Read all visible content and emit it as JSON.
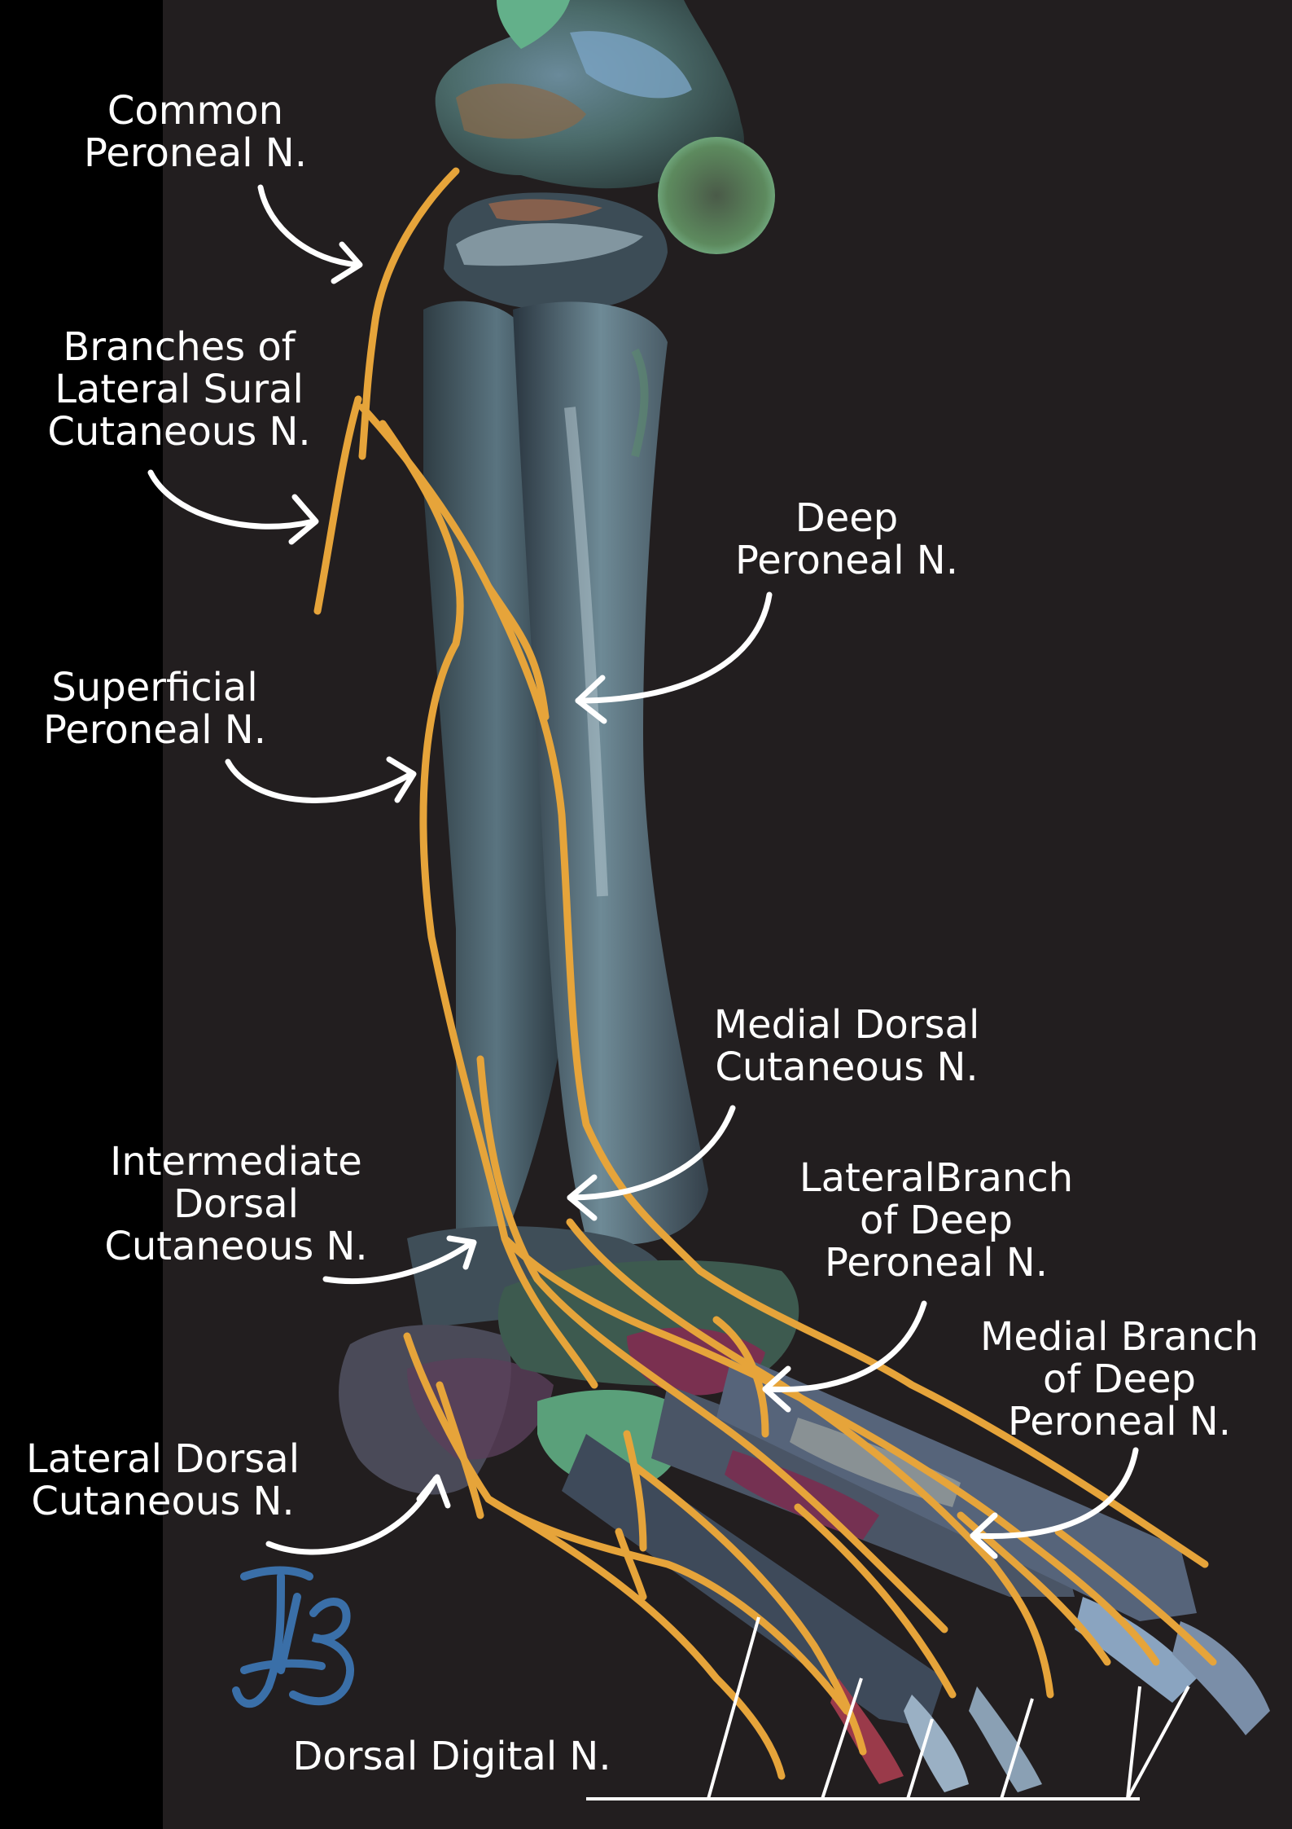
{
  "image": {
    "background_color": "#000000",
    "panel_color": "#221e1f",
    "nerve_color": "#e6a43a",
    "label_color": "#ffffff",
    "signature_color": "#3a6fa8",
    "signature_text": "JAB"
  },
  "labels": {
    "common_peroneal": [
      "Common",
      "Peroneal N."
    ],
    "lateral_sural": [
      "Branches of",
      "Lateral Sural",
      "Cutaneous N."
    ],
    "superficial_peroneal": [
      "Superficial",
      "Peroneal N."
    ],
    "deep_peroneal": [
      "Deep",
      "Peroneal N."
    ],
    "medial_dorsal": [
      "Medial Dorsal",
      "Cutaneous N."
    ],
    "intermediate_dorsal": [
      "Intermediate",
      "Dorsal",
      "Cutaneous N."
    ],
    "lateral_branch_deep": [
      "LateralBranch",
      "of Deep",
      "Peroneal N."
    ],
    "medial_branch_deep": [
      "Medial Branch",
      "of Deep",
      "Peroneal N."
    ],
    "lateral_dorsal": [
      "Lateral Dorsal",
      "Cutaneous N."
    ],
    "dorsal_digital": [
      "Dorsal Digital N."
    ]
  }
}
